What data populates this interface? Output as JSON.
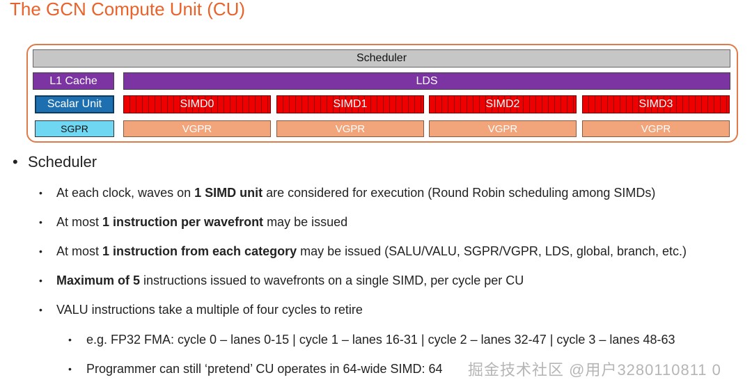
{
  "title": "The GCN Compute Unit (CU)",
  "diagram": {
    "scheduler": "Scheduler",
    "l1_cache": "L1 Cache",
    "lds": "LDS",
    "scalar_unit": "Scalar Unit",
    "sgpr": "SGPR",
    "simds": [
      "SIMD0",
      "SIMD1",
      "SIMD2",
      "SIMD3"
    ],
    "vgpr": [
      "VGPR",
      "VGPR",
      "VGPR",
      "VGPR"
    ],
    "colors": {
      "frame": "#e07a4a",
      "scheduler": "#c6c6c6",
      "purple": "#7d34a3",
      "scalar": "#1d6fb0",
      "sgpr": "#6fd7f2",
      "simd": "#ee0000",
      "vgpr": "#f2a47a"
    }
  },
  "bullets": {
    "top": "Scheduler",
    "items": [
      {
        "pre": "At each clock, waves on ",
        "bold": "1 SIMD unit",
        "post": " are considered for execution (Round Robin scheduling among SIMDs)"
      },
      {
        "pre": "At most ",
        "bold": "1 instruction per wavefront",
        "post": " may be issued"
      },
      {
        "pre": "At most ",
        "bold": "1 instruction from each category",
        "post": " may be issued (SALU/VALU, SGPR/VGPR, LDS, global, branch, etc.)"
      },
      {
        "pre": "",
        "bold": "Maximum of 5",
        "post": " instructions issued to wavefronts on a single SIMD, per cycle per CU"
      },
      {
        "pre": "VALU instructions take a multiple of four cycles to retire",
        "bold": "",
        "post": ""
      }
    ],
    "sub_items": [
      "e.g. FP32 FMA: cycle 0 – lanes 0-15 | cycle 1 – lanes 16-31 | cycle 2 – lanes 32-47 | cycle 3 – lanes 48-63",
      "Programmer can still ‘pretend’ CU operates in 64-wide SIMD: 64"
    ]
  },
  "watermark": "掘金技术社区 @用户3280110811 0"
}
